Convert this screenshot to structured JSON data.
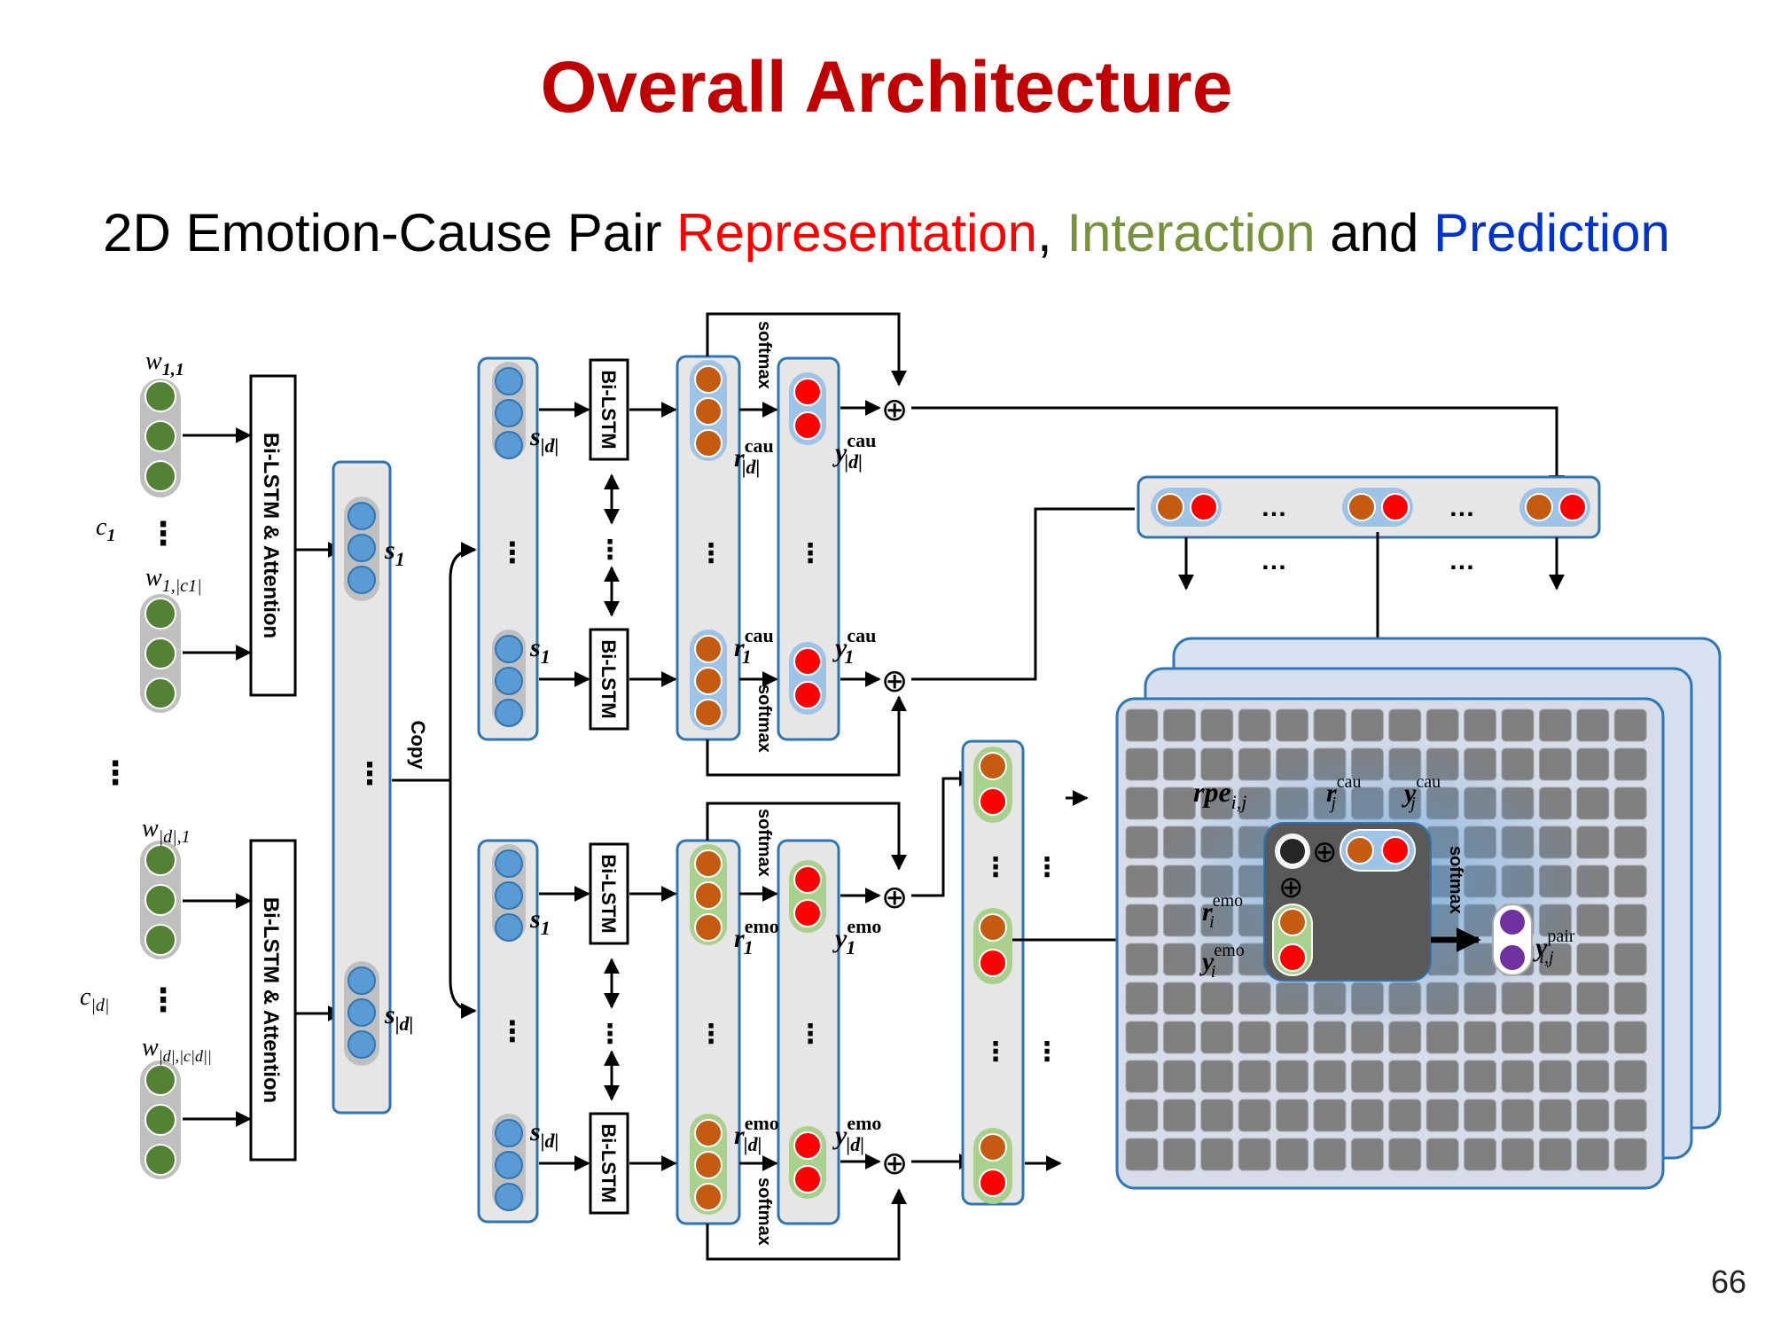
{
  "slide": {
    "title": "Overall Architecture",
    "subtitle": {
      "part1": "2D Emotion-Cause Pair ",
      "representation": "Representation",
      "comma": ", ",
      "interaction": "Interaction",
      "and": " and ",
      "prediction": "Prediction"
    },
    "page_number": "66"
  },
  "colors": {
    "title": "#c00000",
    "representation": "#ff0000",
    "interaction": "#76923c",
    "prediction": "#0033cc",
    "word_node": "#548235",
    "sentence_node": "#5b9bd5",
    "cause_node": "#c55a11",
    "prob_node": "#ff0000",
    "pair_node": "#7030a0",
    "panel_fill": "#e7e6e6",
    "grid_cell": "#7f7f7f"
  },
  "labels": {
    "w11_main": "w",
    "w11_sub": "1,1",
    "w1c1_main": "w",
    "w1c1_sub": "1,|c1|",
    "wd1_main": "w",
    "wd1_sub": "|d|,1",
    "wdcd_main": "w",
    "wdcd_sub": "|d|,|c|d||",
    "c1_main": "c",
    "c1_sub": "1",
    "cd_main": "c",
    "cd_sub": "|d|",
    "bilstm_attention": "Bi-LSTM & Attention",
    "bilstm": "Bi-LSTM",
    "copy": "Copy",
    "softmax": "softmax",
    "s": "s",
    "sub_1": "1",
    "sub_d": "|d|",
    "r": "r",
    "sup_cau": "cau",
    "sup_emo": "emo",
    "sup_pair": "pair",
    "y": "y",
    "rpe": "rpe",
    "sub_ij": "i,j",
    "sub_i": "i",
    "sub_j": "j",
    "ellipsis": "…",
    "vdots": "⋮",
    "oplus": "⊕"
  },
  "icons": {
    "oplus": "circled-plus-icon",
    "ellipsis": "horizontal-ellipsis-icon",
    "vdots": "vertical-ellipsis-icon"
  }
}
